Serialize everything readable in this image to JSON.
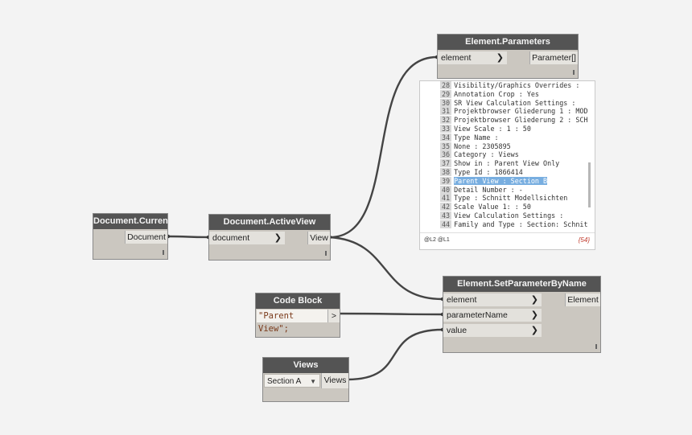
{
  "nodes": {
    "doc_current": {
      "title": "Document.Current",
      "output": "Document",
      "lacing": "l"
    },
    "active_view": {
      "title": "Document.ActiveView",
      "input": "document",
      "output": "View",
      "lacing": "l"
    },
    "element_params": {
      "title": "Element.Parameters",
      "input": "element",
      "output": "Parameter[]",
      "lacing": "l"
    },
    "code_block": {
      "title": "Code Block",
      "code": "\"Parent View\";",
      "output": ">"
    },
    "views": {
      "title": "Views",
      "selected": "Section A",
      "output": "Views"
    },
    "set_param": {
      "title": "Element.SetParameterByName",
      "inputs": [
        "element",
        "parameterName",
        "value"
      ],
      "output": "Element",
      "lacing": "l"
    }
  },
  "watch": {
    "rows": [
      {
        "idx": "28",
        "text": "Visibility/Graphics Overrides :"
      },
      {
        "idx": "29",
        "text": "Annotation Crop : Yes"
      },
      {
        "idx": "30",
        "text": "SR View Calculation Settings :"
      },
      {
        "idx": "31",
        "text": "Projektbrowser Gliederung 1 : MOD"
      },
      {
        "idx": "32",
        "text": "Projektbrowser Gliederung 2 : SCH"
      },
      {
        "idx": "33",
        "text": "View Scale :  1 : 50"
      },
      {
        "idx": "34",
        "text": "Type Name :"
      },
      {
        "idx": "35",
        "text": "None : 2305895"
      },
      {
        "idx": "36",
        "text": "Category : Views"
      },
      {
        "idx": "37",
        "text": "Show in : Parent View Only"
      },
      {
        "idx": "38",
        "text": "Type Id : 1866414"
      },
      {
        "idx": "39",
        "text": "Parent View : Section B"
      },
      {
        "idx": "40",
        "text": "Detail Number : -"
      },
      {
        "idx": "41",
        "text": "Type : Schnitt Modellsichten"
      },
      {
        "idx": "42",
        "text": "Scale Value    1: : 50"
      },
      {
        "idx": "43",
        "text": "View Calculation Settings :"
      },
      {
        "idx": "44",
        "text": "Family and Type : Section: Schnit"
      }
    ],
    "selected_idx": "39",
    "levels": "@L2 @L1",
    "count": "{54}"
  }
}
